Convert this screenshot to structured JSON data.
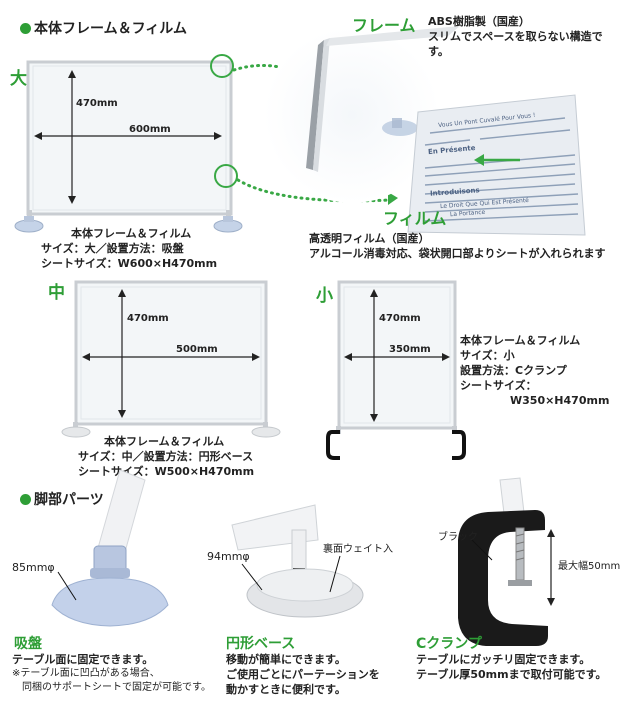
{
  "section_frame": {
    "title": "本体フレーム＆フィルム"
  },
  "large": {
    "size_label": "大",
    "height_dim": "470mm",
    "width_dim": "600mm",
    "caption": [
      "本体フレーム＆フィルム",
      "サイズ：大／設置方法：吸盤",
      "シートサイズ：W600×H470mm"
    ]
  },
  "frame_detail": {
    "title": "フレーム",
    "lines": [
      "ABS樹脂製（国産）",
      "スリムでスペースを取らない構造です。"
    ]
  },
  "film_detail": {
    "title": "フィルム",
    "lines": [
      "高透明フィルム（国産）",
      "アルコール消毒対応、袋状開口部よりシートが入れられます"
    ],
    "sample_text": [
      "Vous Un Pont Cuvalé Pour Vous !",
      "En Présente",
      "Introduisons",
      "Le Droit Que Qui Est Présenté",
      "La Portance"
    ]
  },
  "medium": {
    "size_label": "中",
    "height_dim": "470mm",
    "width_dim": "500mm",
    "caption": [
      "本体フレーム＆フィルム",
      "サイズ：中／設置方法：円形ベース",
      "シートサイズ：W500×H470mm"
    ]
  },
  "small": {
    "size_label": "小",
    "height_dim": "470mm",
    "width_dim": "350mm",
    "caption": [
      "本体フレーム＆フィルム",
      "サイズ：小",
      "設置方法：Cクランプ",
      "シートサイズ：",
      "W350×H470mm"
    ]
  },
  "section_parts": {
    "title": "脚部パーツ"
  },
  "suction": {
    "dim": "85mmφ",
    "title": "吸盤",
    "lines": [
      "テーブル面に固定できます。",
      "※テーブル面に凹凸がある場合、",
      "　同梱のサポートシートで固定が可能です。"
    ]
  },
  "round_base": {
    "dim": "94mmφ",
    "note": "裏面ウェイト入",
    "title": "円形ベース",
    "lines": [
      "移動が簡単にできます。",
      "ご使用ごとにパーテーションを",
      "動かすときに便利です。"
    ]
  },
  "clamp": {
    "color_note": "ブラック",
    "max_width": "最大幅50mm",
    "title": "Cクランプ",
    "lines": [
      "テーブルにガッチリ固定できます。",
      "テーブル厚50mmまで取付可能です。"
    ]
  }
}
